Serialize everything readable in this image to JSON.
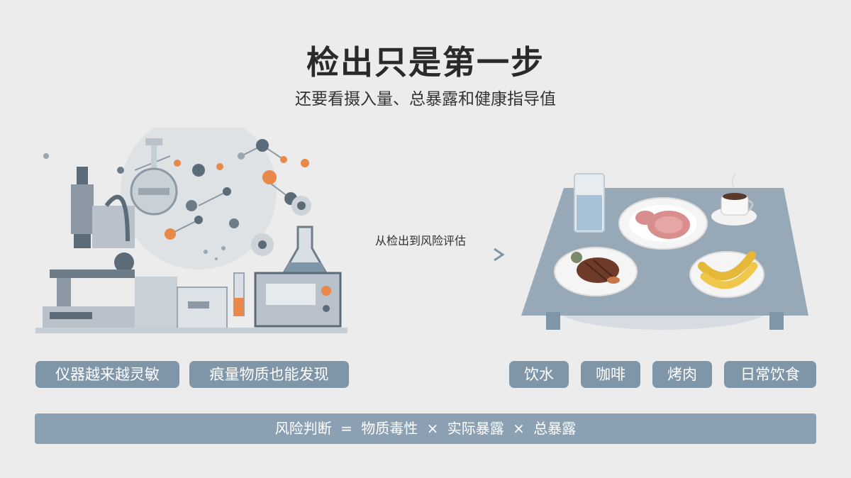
{
  "header": {
    "title": "检出只是第一步",
    "subtitle": "还要看摄入量、总暴露和健康指导值"
  },
  "arrow": {
    "label": "从检出到风险评估"
  },
  "left_tags": [
    {
      "label": "仪器越来越灵敏"
    },
    {
      "label": "痕量物质也能发现"
    }
  ],
  "right_tags": [
    {
      "label": "饮水"
    },
    {
      "label": "咖啡"
    },
    {
      "label": "烤肉"
    },
    {
      "label": "日常饮食"
    }
  ],
  "formula": {
    "text": "风险判断 = 物质毒性 × 实际暴露 × 总暴露"
  },
  "colors": {
    "tag_bg": "#7f95a8",
    "formula_bg": "#8ba0b2",
    "accent_orange": "#e8894a",
    "background": "#ececec"
  },
  "icons": [
    "microscope-icon",
    "molecule-icon",
    "flask-icon",
    "lab-instrument-icon",
    "water-glass-icon",
    "coffee-cup-icon",
    "steak-icon",
    "ham-icon",
    "banana-icon",
    "arrow-right-icon"
  ]
}
